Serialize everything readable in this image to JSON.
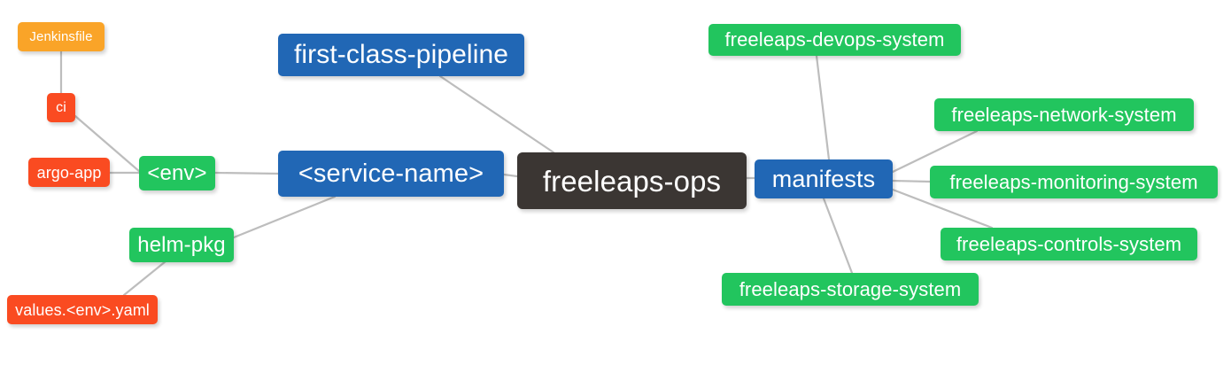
{
  "diagram": {
    "type": "mind-map",
    "title": "freeleaps-ops",
    "background_color": "#ffffff",
    "edge_color": "#bdbdbd",
    "palette": {
      "root": "#3b3633",
      "blue": "#2167b5",
      "green": "#22c55e",
      "orange": "#faa428",
      "red": "#fa4b21",
      "text": "#ffffff"
    },
    "nodes": {
      "root": {
        "label": "freeleaps-ops",
        "color": "#3b3633"
      },
      "first_class_pipeline": {
        "label": "first-class-pipeline",
        "color": "#2167b5"
      },
      "service_name": {
        "label": "<service-name>",
        "color": "#2167b5"
      },
      "manifests": {
        "label": "manifests",
        "color": "#2167b5"
      },
      "env": {
        "label": "<env>",
        "color": "#22c55e"
      },
      "helm_pkg": {
        "label": "helm-pkg",
        "color": "#22c55e"
      },
      "jenkinsfile": {
        "label": "Jenkinsfile",
        "color": "#faa428"
      },
      "ci": {
        "label": "ci",
        "color": "#fa4b21"
      },
      "argo_app": {
        "label": "argo-app",
        "color": "#fa4b21"
      },
      "values_yaml": {
        "label": "values.<env>.yaml",
        "color": "#fa4b21"
      },
      "devops_system": {
        "label": "freeleaps-devops-system",
        "color": "#22c55e"
      },
      "network_system": {
        "label": "freeleaps-network-system",
        "color": "#22c55e"
      },
      "monitoring_system": {
        "label": "freeleaps-monitoring-system",
        "color": "#22c55e"
      },
      "controls_system": {
        "label": "freeleaps-controls-system",
        "color": "#22c55e"
      },
      "storage_system": {
        "label": "freeleaps-storage-system",
        "color": "#22c55e"
      }
    },
    "edges": [
      {
        "from": "root",
        "to": "first_class_pipeline"
      },
      {
        "from": "root",
        "to": "service_name"
      },
      {
        "from": "root",
        "to": "manifests"
      },
      {
        "from": "service_name",
        "to": "env"
      },
      {
        "from": "service_name",
        "to": "helm_pkg"
      },
      {
        "from": "env",
        "to": "ci"
      },
      {
        "from": "env",
        "to": "argo_app"
      },
      {
        "from": "ci",
        "to": "jenkinsfile"
      },
      {
        "from": "helm_pkg",
        "to": "values_yaml"
      },
      {
        "from": "manifests",
        "to": "devops_system"
      },
      {
        "from": "manifests",
        "to": "network_system"
      },
      {
        "from": "manifests",
        "to": "monitoring_system"
      },
      {
        "from": "manifests",
        "to": "controls_system"
      },
      {
        "from": "manifests",
        "to": "storage_system"
      }
    ]
  }
}
